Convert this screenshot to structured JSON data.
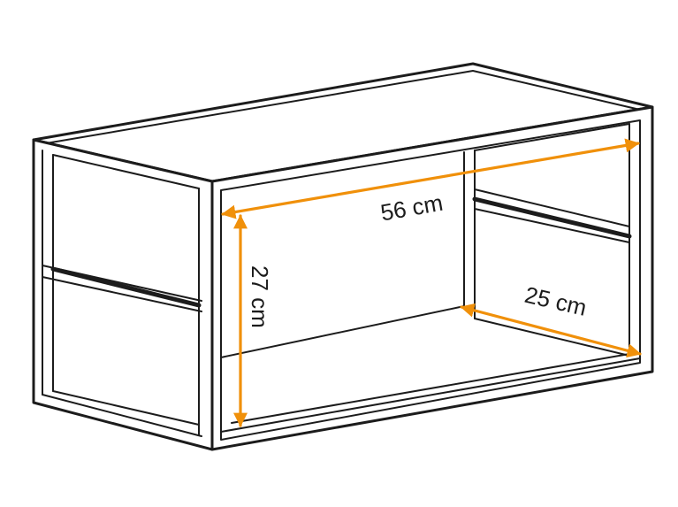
{
  "diagram": {
    "dimensions": {
      "width": "56 cm",
      "height": "27 cm",
      "depth": "25 cm"
    },
    "colors": {
      "outline": "#1c1c1c",
      "dimension_arrow": "#f0900a",
      "background": "#ffffff"
    }
  }
}
